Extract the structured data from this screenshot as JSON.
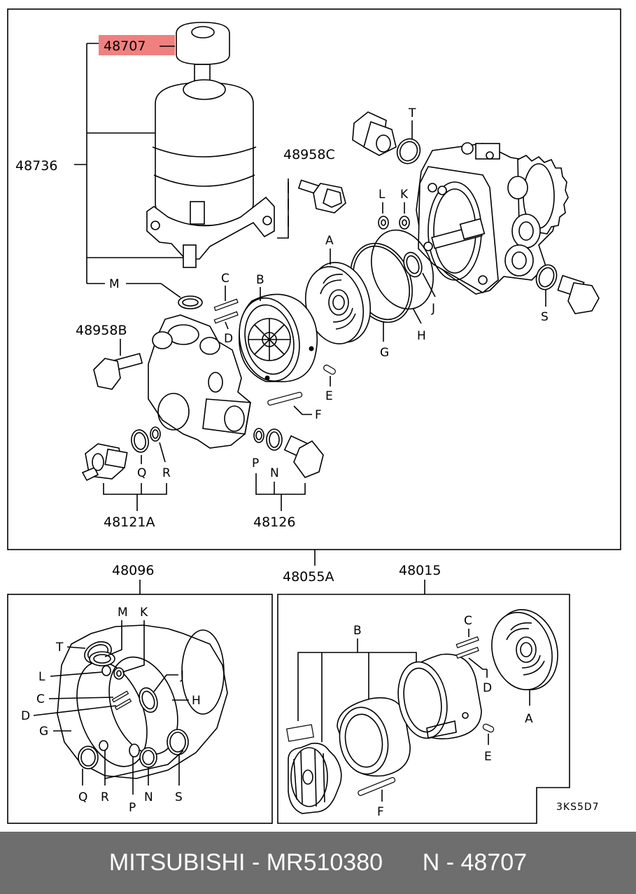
{
  "parts": {
    "reservoir_cap": "48707",
    "reservoir_assy": "48736",
    "bolt_c": "48958C",
    "bolt_b": "48958B",
    "pump_assy": "48055A",
    "union_kit_a": "48121A",
    "union_kit": "48126",
    "seal_kit": "48096",
    "cartridge_kit": "48015",
    "code": "3KS5D7"
  },
  "letters": {
    "T": "T",
    "L": "L",
    "K": "K",
    "M": "M",
    "C": "C",
    "B": "B",
    "A": "A",
    "D": "D",
    "J": "J",
    "H": "H",
    "G": "G",
    "S": "S",
    "E": "E",
    "F": "F",
    "Q": "Q",
    "R": "R",
    "P": "P",
    "N": "N"
  },
  "footer": {
    "brand_part": "MITSUBISHI - MR510380",
    "ref": "N - 48707"
  },
  "colors": {
    "highlight": "#f08080",
    "footer_bg": "#6e6e6e",
    "footer_text": "#ffffff"
  }
}
